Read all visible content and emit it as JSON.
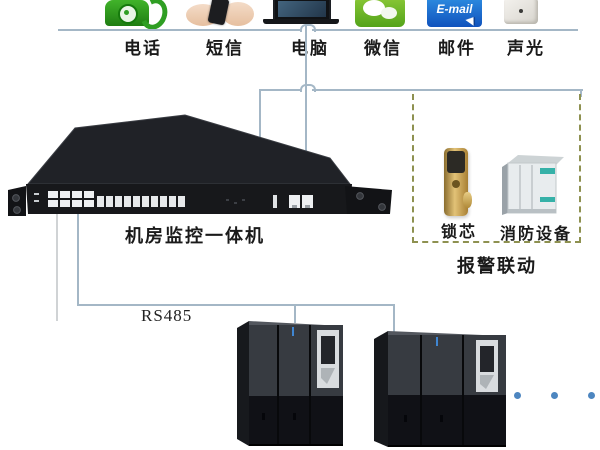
{
  "alert_channels": [
    {
      "label": "电话",
      "icon": "telephone-icon"
    },
    {
      "label": "短信",
      "icon": "sms-hand-phone-icon"
    },
    {
      "label": "电脑",
      "icon": "laptop-icon"
    },
    {
      "label": "微信",
      "icon": "wechat-icon"
    },
    {
      "label": "邮件",
      "icon": "email-icon"
    },
    {
      "label": "声光",
      "icon": "sound-light-alarm-icon"
    }
  ],
  "email_icon_text": "E-mail",
  "monitor_unit": {
    "label": "机房监控一体机"
  },
  "bus": {
    "label": "RS485"
  },
  "alarm_linkage": {
    "title": "报警联动",
    "devices": [
      {
        "label": "锁芯",
        "icon": "door-lock-cylinder-icon"
      },
      {
        "label": "消防设备",
        "icon": "fire-equipment-icon"
      }
    ]
  },
  "cabinets": {
    "count_shown": 2,
    "ellipsis_dot_count": 3
  },
  "colors": {
    "connector_line": "#a4b7c6",
    "dashed_border": "#8e9150",
    "ellipsis_dot": "#4d86c0",
    "label_text": "#1a1a1a"
  }
}
